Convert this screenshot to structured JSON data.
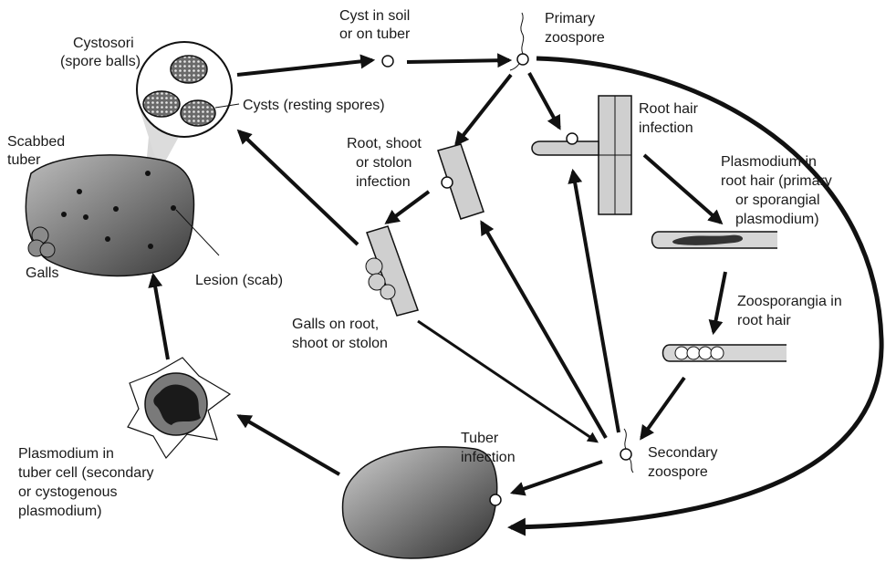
{
  "diagram": {
    "labels": {
      "cystosori_1": "Cystosori",
      "cystosori_2": "(spore balls)",
      "cyst_soil_1": "Cyst in soil",
      "cyst_soil_2": "or on tuber",
      "primary_1": "Primary",
      "primary_2": "zoospore",
      "cysts_resting": "Cysts (resting spores)",
      "scabbed_1": "Scabbed",
      "scabbed_2": "tuber",
      "root_shoot_1": "Root, shoot",
      "root_shoot_2": "or stolon",
      "root_shoot_3": "infection",
      "root_hair_1": "Root hair",
      "root_hair_2": "infection",
      "plasmo_root_1": "Plasmodium in",
      "plasmo_root_2": "root hair (primary",
      "plasmo_root_3": "or sporangial",
      "plasmo_root_4": "plasmodium)",
      "galls": "Galls",
      "lesion": "Lesion (scab)",
      "zoosporangia_1": "Zoosporangia in",
      "zoosporangia_2": "root hair",
      "galls_root_1": "Galls on root,",
      "galls_root_2": "shoot or stolon",
      "tuber_inf_1": "Tuber",
      "tuber_inf_2": "infection",
      "plasmo_tuber_1": "Plasmodium in",
      "plasmo_tuber_2": "tuber cell (secondary",
      "plasmo_tuber_3": "or cystogenous",
      "plasmo_tuber_4": "plasmodium)",
      "secondary_1": "Secondary",
      "secondary_2": "zoospore"
    }
  }
}
